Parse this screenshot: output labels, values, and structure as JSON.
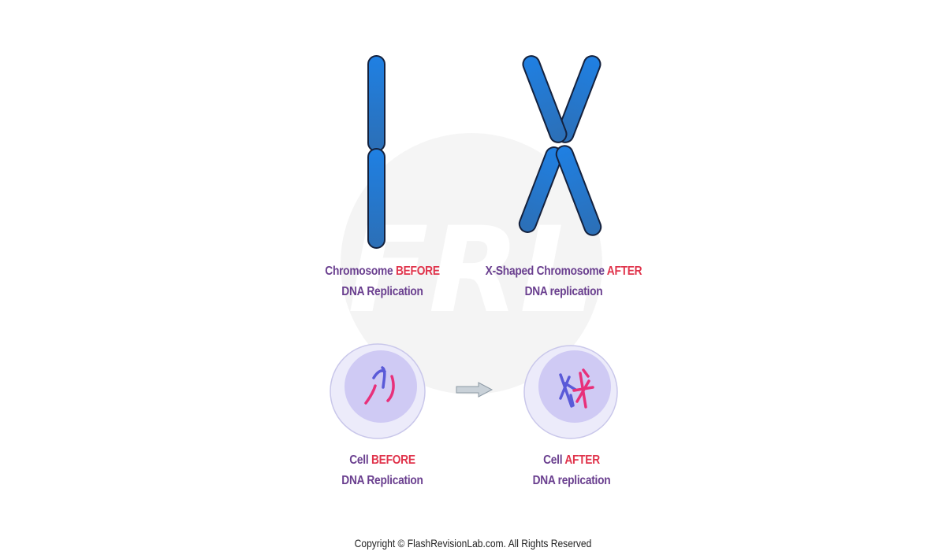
{
  "labels": {
    "chrom_before": {
      "prefix": "Chromosome ",
      "highlight": "BEFORE",
      "line2": "DNA Replication"
    },
    "chrom_after": {
      "prefix": "X-Shaped Chromosome ",
      "highlight": "AFTER",
      "line2": "DNA replication"
    },
    "cell_before": {
      "prefix": "Cell ",
      "highlight": "BEFORE",
      "line2": "DNA Replication"
    },
    "cell_after": {
      "prefix": "Cell ",
      "highlight": "AFTER",
      "line2": "DNA replication"
    }
  },
  "watermark": {
    "letters": "FRL"
  },
  "copyright": "Copyright © FlashRevisionLab.com. All Rights Reserved",
  "colors": {
    "chromosome_blue": "#1e7ee0",
    "label_purple": "#6a3f8f",
    "label_red": "#e0334b",
    "chromosome_pink": "#e8307a",
    "chromosome_purple_blue": "#5a5ad8",
    "arrow_gray": "#c9d1d8"
  }
}
